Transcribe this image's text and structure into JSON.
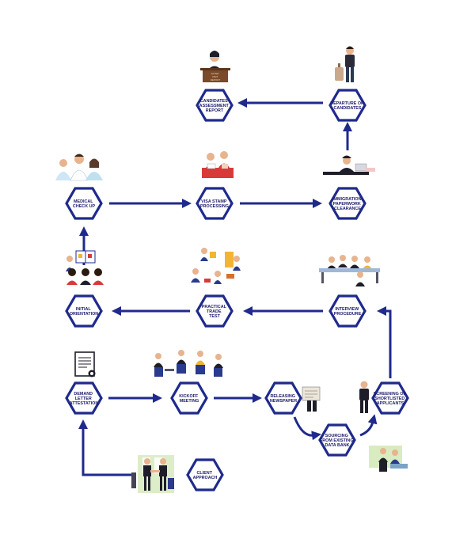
{
  "colors": {
    "primary": "#1f2a8c",
    "node_fill": "#ffffff",
    "label": "#1b1b6b",
    "skin": "#e7b48f",
    "dark": "#1e1e2a",
    "desk": "#7a4a2a",
    "accent_red": "#d83a3a",
    "accent_yellow": "#f2b531",
    "accent_green": "#cfe6b0"
  },
  "nodes": {
    "candidates_report": [
      "CANDIDATES",
      "ASSESSMENT",
      "REPORT"
    ],
    "departure": [
      "DEPARTURE OF",
      "CANDIDATES"
    ],
    "medical": [
      "MEDICAL",
      "CHECK UP"
    ],
    "visa": [
      "VISA STAMP",
      "PROCESSING"
    ],
    "immigration": [
      "IMMIGRATION",
      "PAPERWORK",
      "CLEARANCE"
    ],
    "orientation": [
      "INITIAL",
      "ORIENTATION"
    ],
    "trade_test": [
      "PRACTICAL",
      "TRADE",
      "TEST"
    ],
    "interview": [
      "INTERVIEW",
      "PROCEDURE"
    ],
    "demand_letter": [
      "DEMAND",
      "LETTER",
      "ATTESTATION"
    ],
    "kickoff": [
      "KICKOFF",
      "MEETING"
    ],
    "newspaper": [
      "RELEASING",
      "NEWSPAPER"
    ],
    "screening": [
      "SCREENING OF",
      "SHORTLISTED",
      "APPLICANTS"
    ],
    "data_bank": [
      "SOURCING",
      "FROM EXISTING",
      "DATA BANK"
    ],
    "client": [
      "CLIENT",
      "APPROACH"
    ]
  },
  "illustrations": {
    "podium_sign": [
      "AFTER",
      "VISIT",
      "REPORT"
    ]
  }
}
